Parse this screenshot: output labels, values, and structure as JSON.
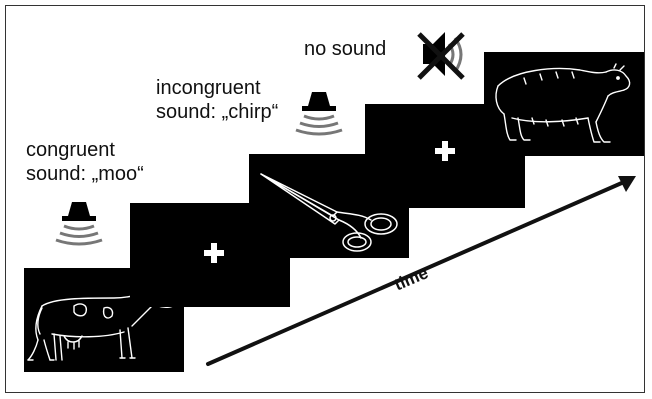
{
  "labels": {
    "congruent_line1": "congruent",
    "congruent_line2": "sound: „moo“",
    "incongruent_line1": "incongruent",
    "incongruent_line2": "sound: „chirp“",
    "no_sound": "no sound",
    "time": "time"
  },
  "colors": {
    "panel": "#000000",
    "drawing": "#ffffff",
    "arrow": "#111111",
    "speaker_waves": "#777777"
  },
  "icons": [
    "speaker-icon",
    "muted-speaker-icon",
    "fixation-cross-icon",
    "cow-icon",
    "scissors-icon",
    "bear-icon"
  ]
}
